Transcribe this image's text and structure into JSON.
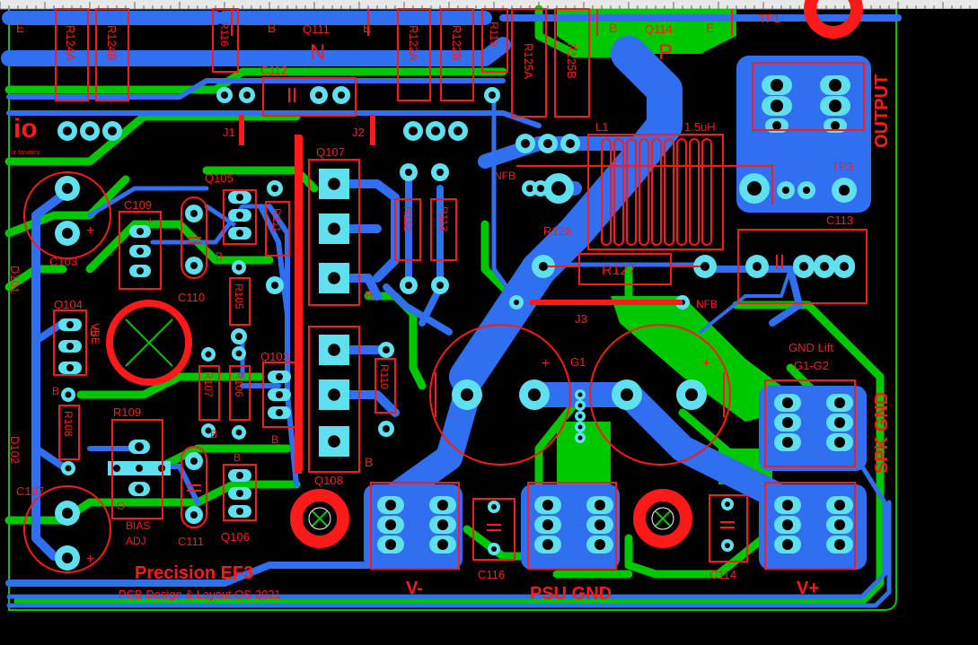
{
  "board": {
    "title": "Precision EF3",
    "subtitle": "PCB Design & Layout OS 2021",
    "logo_text": "io",
    "logo_sub": "ur fanatics",
    "colors": {
      "background": "#000000",
      "top_copper": "#2f6ff0",
      "bottom_copper": "#00c800",
      "silkscreen": "#ff1a1a",
      "pads": "#5ee0ee",
      "outline": "#00c800"
    }
  },
  "labels": {
    "output": "OUTPUT",
    "spk_gnd": "SPK GND",
    "psu_gnd": "PSU GND",
    "v_minus": "V-",
    "v_plus": "V+",
    "gnd_lift": "GND Lift",
    "g1_g2": "G1-G2",
    "bias": "BIAS",
    "adj": "ADJ",
    "n": "N",
    "p": "P",
    "nfb1": "NFB",
    "nfb2": "NFB",
    "inductor_value": "1.5uH",
    "vbe": "VBE",
    "g1": "G1",
    "o": "O"
  },
  "refdes": {
    "r124a": "R124A",
    "r124b": "R124B",
    "r116": "R116",
    "q111": "Q111",
    "r122a": "R122A",
    "r122b": "R122B",
    "r119": "R119",
    "r125a": "R125A",
    "r125b": "R125B",
    "q114": "Q114",
    "tp1": "TP1",
    "c112": "C112",
    "j1": "J1",
    "j2": "J2",
    "l1": "L1",
    "q107": "Q107",
    "q105": "Q105",
    "nfb_lbl": "NFB",
    "tp3": "TP3",
    "c109": "C109",
    "r111": "R111",
    "r112": "R112",
    "r113": "R113",
    "c113": "C113",
    "r126": "R126",
    "r127": "R127",
    "c103": "C103",
    "c110": "C110",
    "d101": "D101",
    "q104": "Q104",
    "r105": "R105",
    "j3": "J3",
    "q103": "Q103",
    "r107": "R107",
    "r106": "R106",
    "r110": "R110",
    "r108": "R108",
    "r109": "R109",
    "d102": "D102",
    "q108": "Q108",
    "c107": "C107",
    "c111": "C111",
    "q106": "Q106",
    "c116": "C116",
    "c114": "C114"
  },
  "pin_letters": {
    "e1": "E",
    "b1": "B",
    "e2": "E",
    "b2": "B",
    "e3": "E",
    "b3": "B",
    "b4": "B",
    "b5": "B",
    "b6": "B",
    "b7": "B",
    "b8": "B",
    "b9": "B",
    "b10": "B"
  },
  "polarity": {
    "plus1": "+",
    "plus2": "+",
    "plus3": "+",
    "plus4": "+",
    "plus5": "+"
  }
}
